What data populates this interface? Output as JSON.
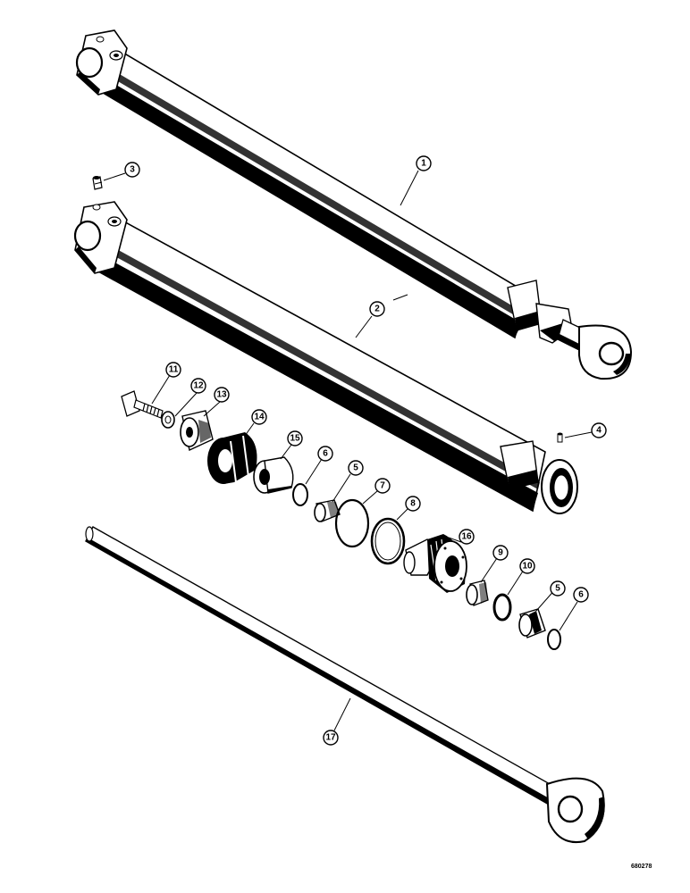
{
  "callouts": [
    {
      "id": "c1",
      "label": "1"
    },
    {
      "id": "c2",
      "label": "2"
    },
    {
      "id": "c3",
      "label": "3"
    },
    {
      "id": "c4",
      "label": "4"
    },
    {
      "id": "c5a",
      "label": "5"
    },
    {
      "id": "c5b",
      "label": "5"
    },
    {
      "id": "c6a",
      "label": "6"
    },
    {
      "id": "c6b",
      "label": "6"
    },
    {
      "id": "c7",
      "label": "7"
    },
    {
      "id": "c8",
      "label": "8"
    },
    {
      "id": "c9",
      "label": "9"
    },
    {
      "id": "c10",
      "label": "10"
    },
    {
      "id": "c11",
      "label": "11"
    },
    {
      "id": "c12",
      "label": "12"
    },
    {
      "id": "c13",
      "label": "13"
    },
    {
      "id": "c14",
      "label": "14"
    },
    {
      "id": "c15",
      "label": "15"
    },
    {
      "id": "c16",
      "label": "16"
    },
    {
      "id": "c17",
      "label": "17"
    }
  ],
  "figure_id": "680278",
  "colors": {
    "ink": "#000000",
    "paper": "#ffffff"
  }
}
